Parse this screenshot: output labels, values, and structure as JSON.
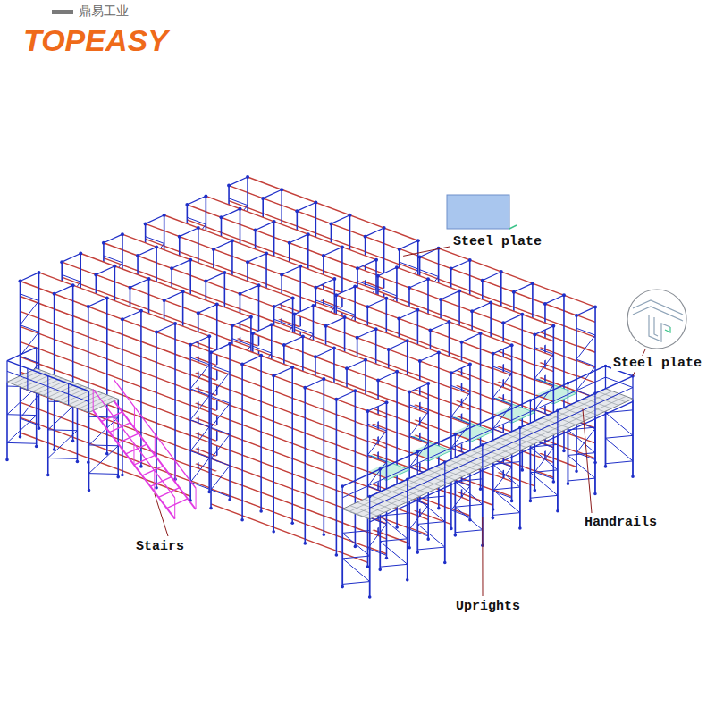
{
  "diagram": {
    "labels": [
      "鼎易工业",
      "TOPEASY",
      "Steel plate",
      "Steel plate",
      "Handrails",
      "Stairs",
      "Uprights"
    ]
  }
}
